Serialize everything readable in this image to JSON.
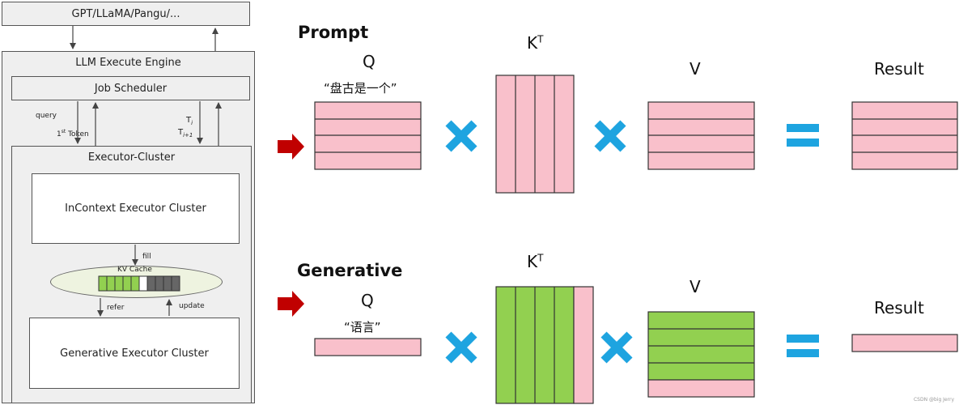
{
  "left_panel": {
    "model_box": "GPT/LLaMA/Pangu/...",
    "engine_title": "LLM Execute Engine",
    "job_scheduler": "Job Scheduler",
    "query_label": "query",
    "first_token_label": "1st Token",
    "t_i_label": "Ti",
    "t_i1_label": "Ti+1",
    "executor_cluster": "Executor-Cluster",
    "incontext_cluster": "InContext Executor Cluster",
    "fill_label": "fill",
    "kv_cache_label": "KV Cache",
    "refer_label": "refer",
    "update_label": "update",
    "generative_cluster": "Generative Executor Cluster"
  },
  "prompt_row": {
    "title": "Prompt",
    "q_label": "Q",
    "q_text": "“盘古是一个”",
    "k_label": "K",
    "k_sup": "T",
    "v_label": "V",
    "result_label": "Result"
  },
  "generative_row": {
    "title": "Generative",
    "q_label": "Q",
    "q_text": "“语言”",
    "k_label": "K",
    "k_sup": "T",
    "v_label": "V",
    "result_label": "Result"
  },
  "colors": {
    "pink": "#f9c0cb",
    "green": "#92d050",
    "operator_blue": "#1ea4e0",
    "arrow_red": "#c00000",
    "kv_cache_fill": "#eef3e0"
  },
  "credit": "CSDN @big Jerry"
}
